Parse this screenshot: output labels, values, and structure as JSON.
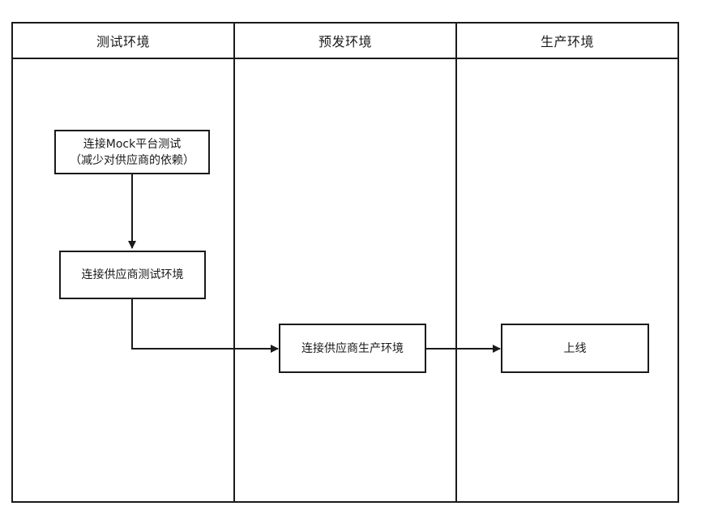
{
  "lanes": [
    {
      "title": "测试环境"
    },
    {
      "title": "预发环境"
    },
    {
      "title": "生产环境"
    }
  ],
  "nodes": {
    "mock_test": {
      "line1": "连接Mock平台测试",
      "line2": "（减少对供应商的依赖）"
    },
    "supplier_test": {
      "label": "连接供应商测试环境"
    },
    "supplier_prod": {
      "label": "连接供应商生产环境"
    },
    "go_live": {
      "label": "上线"
    }
  }
}
